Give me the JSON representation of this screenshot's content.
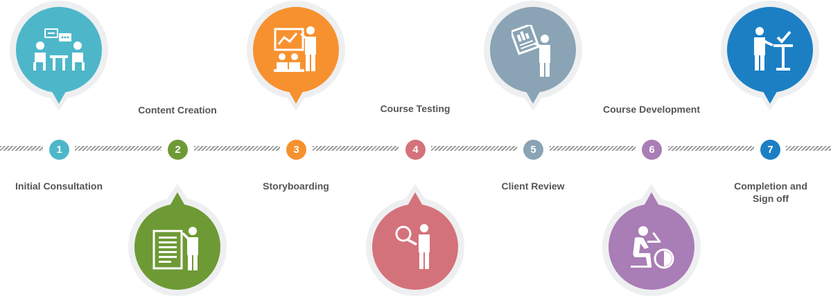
{
  "colors": {
    "dash": "#9a9a9a",
    "halo": "#eeeff1",
    "label": "#555555"
  },
  "steps": [
    {
      "number": "1",
      "label": "Initial Consultation",
      "color": "#4db7c9",
      "icon": "meeting-icon"
    },
    {
      "number": "2",
      "label": "Content Creation",
      "color": "#6e9a35",
      "icon": "document-presenter-icon"
    },
    {
      "number": "3",
      "label": "Storyboarding",
      "color": "#f7912f",
      "icon": "presentation-board-icon"
    },
    {
      "number": "4",
      "label": "Course Testing",
      "color": "#d4727b",
      "icon": "magnifier-person-icon"
    },
    {
      "number": "5",
      "label": "Client Review",
      "color": "#8aa4b5",
      "icon": "report-review-icon"
    },
    {
      "number": "6",
      "label": "Course Development",
      "color": "#a97db5",
      "icon": "developer-clock-icon"
    },
    {
      "number": "7",
      "label": "Completion and Sign off",
      "color": "#1c7fc4",
      "icon": "signoff-check-icon"
    }
  ]
}
